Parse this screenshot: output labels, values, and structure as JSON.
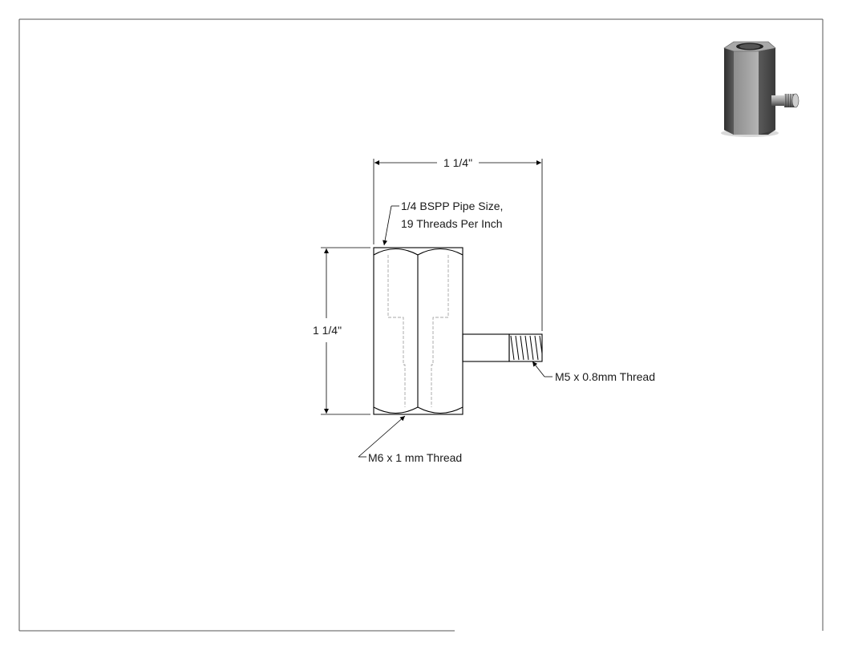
{
  "drawing": {
    "dimensions": {
      "overall_width": "1 1/4\"",
      "overall_height": "1 1/4\""
    },
    "callouts": {
      "pipe_size_line1": "1/4 BSPP Pipe Size,",
      "pipe_size_line2": "19 Threads Per Inch",
      "stud_thread": "M5 x 0.8mm Thread",
      "hex_thread": "M6 x 1 mm Thread"
    },
    "icons": {
      "preview": "hex-coupler-3d-icon"
    },
    "colors": {
      "line": "#000000",
      "hidden_line": "#8a8a8a",
      "border": "#555555"
    }
  }
}
